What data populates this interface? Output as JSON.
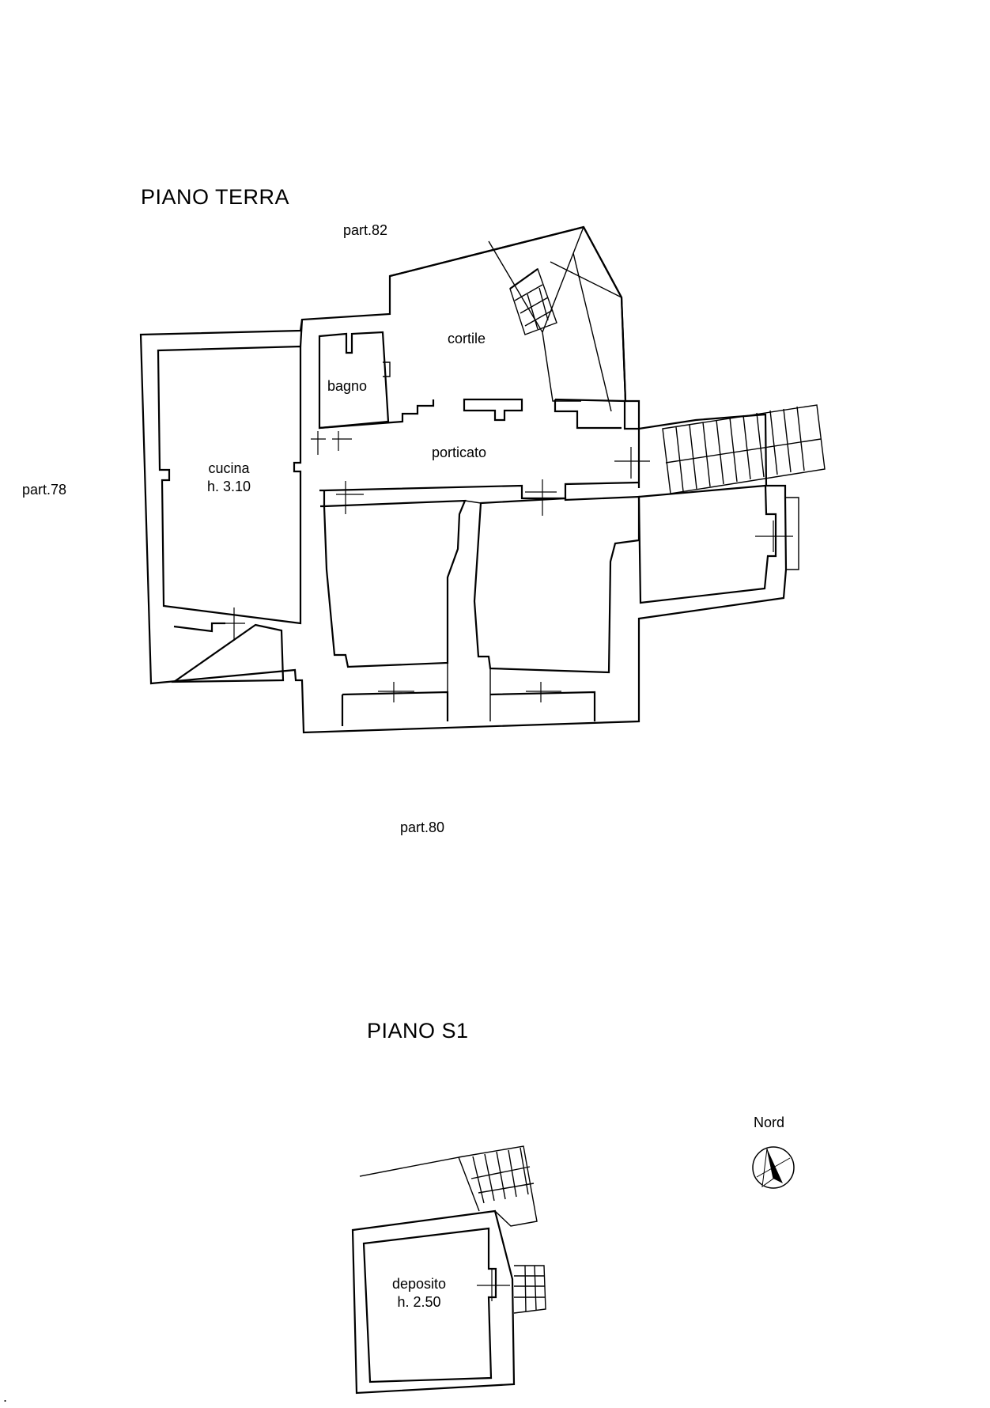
{
  "titles": {
    "ground_floor": "PIANO TERRA",
    "basement": "PIANO S1"
  },
  "parcels": {
    "north": "part.82",
    "west": "part.78",
    "south": "part.80"
  },
  "rooms": {
    "cucina": {
      "name": "cucina",
      "height": "h. 3.10"
    },
    "bagno": {
      "name": "bagno"
    },
    "cortile": {
      "name": "cortile"
    },
    "porticato": {
      "name": "porticato"
    },
    "deposito": {
      "name": "deposito",
      "height": "h. 2.50"
    }
  },
  "compass": {
    "label": "Nord"
  },
  "footer_mark": "."
}
